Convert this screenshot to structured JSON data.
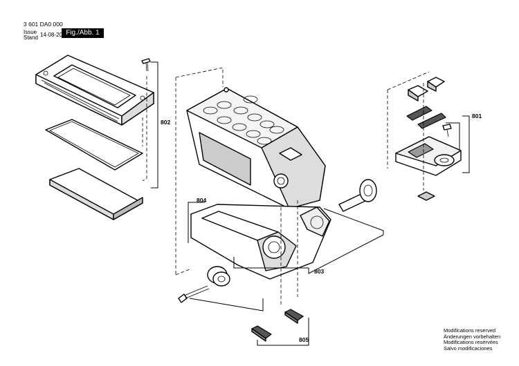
{
  "header": {
    "doc_number": "3 601 DA0 000",
    "issue_label": "Issue",
    "stand_label": "Stand",
    "issue_date": "14-08-20",
    "fig_label": "Fig./Abb. 1"
  },
  "callouts": {
    "c801": "801",
    "c802": "802",
    "c803": "803",
    "c804": "804",
    "c805": "805"
  },
  "footer": {
    "modifications": [
      "Modifications reserved",
      "Änderungen vorbehalten",
      "Modifications resérvées",
      "Salvo modificaciones"
    ]
  }
}
